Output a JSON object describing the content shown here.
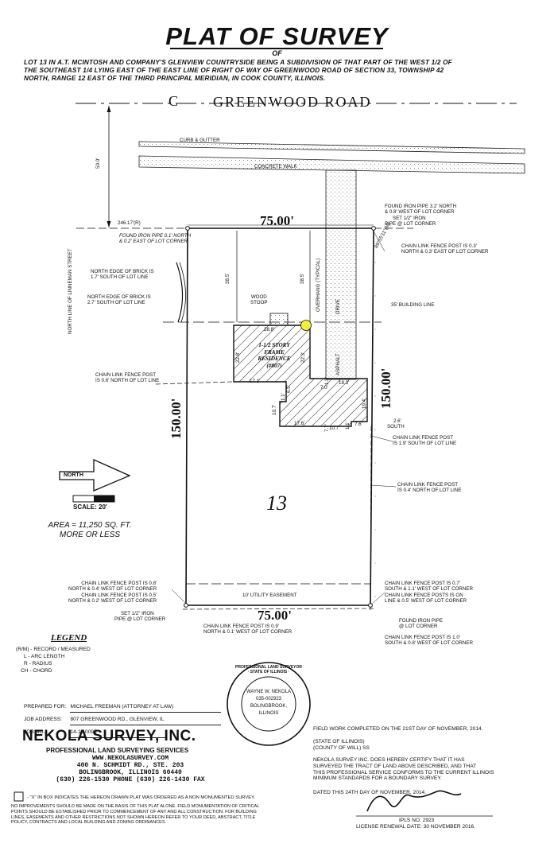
{
  "header": {
    "title": "PLAT OF SURVEY",
    "of": "OF",
    "legal_description": [
      "LOT 13 IN A.T. MCINTOSH AND COMPANY'S GLENVIEW COUNTRYSIDE BEING A SUBDIVISION OF THAT PART OF THE WEST 1/2 OF",
      "THE SOUTHEAST 1/4 LYING EAST OF THE EAST LINE OF RIGHT OF WAY OF GREENWOOD ROAD OF SECTION 33, TOWNSHIP 42",
      "NORTH, RANGE 12 EAST OF THE THIRD PRINCIPAL MERIDIAN, IN COOK COUNTY, ILLINOIS."
    ]
  },
  "plat": {
    "road_name": "GREENWOOD   ROAD",
    "road_symbol": "C",
    "curb": "CURB & GUTTER",
    "walk": "CONCRETE   WALK",
    "row_dim": "50.0'",
    "north_line": "NORTH LINE OF LINNEMAN STREET",
    "dim_246": "246.17'(R)",
    "top_dim": "75.00'",
    "bottom_dim": "75.00'",
    "left_dim": "150.00'",
    "right_dim": "150.00'",
    "arc_label": "89°55'11\"(M)",
    "setback_left": "38.5'",
    "setback_right": "38.5'",
    "building_line": "35' BUILDING LINE",
    "overhang": "OVERHANG (TYPICAL)",
    "asphalt": "ASPHALT",
    "drive": "DRIVE",
    "wood_stoop": [
      "WOOD",
      "STOOP"
    ],
    "lot_number": "13",
    "easement": "10' UTILITY EASEMENT",
    "residence": [
      "1-1/2 STORY",
      "FRAME",
      "RESIDENCE",
      "(#807)"
    ],
    "house_dims": {
      "d28_8": "28.8'",
      "d22_8": "22.8'",
      "d22_3": "22.3'",
      "d17_1": "17.1'",
      "d7_0": "7.0'",
      "d1_3": "1.3'",
      "d18_3": "18.3'",
      "d6_5": "6.5'",
      "d1_1": "1.1'",
      "d10_7a": "10.7'",
      "d19_4": "19.4'",
      "d17_6": "17.6'",
      "d7_7": "7.7'",
      "d10_7b": "10.7'",
      "d1_1b": "1.1'",
      "d7_6": "7.6'"
    },
    "notes": {
      "found_pipe_nw": [
        "FOUND IRON PIPE 0.1' NORTH",
        "& 0.2' EAST OF LOT CORNER"
      ],
      "brick1": [
        "NORTH EDGE OF BRICK IS",
        "1.7' SOUTH OF LOT LINE"
      ],
      "brick2": [
        "NORTH EDGE OF BRICK IS",
        "2.7' SOUTH OF LOT LINE"
      ],
      "fence_w1": [
        "CHAIN LINK FENCE POST",
        "IS 0.6' NORTH OF LOT LINE"
      ],
      "found_pipe_ne": [
        "FOUND IRON PIPE 3.2' NORTH",
        "& 0.8' WEST OF LOT CORNER",
        "SET 1/2\" IRON",
        "PIPE @ LOT CORNER"
      ],
      "fence_ne": [
        "CHAIN LINK FENCE POST IS 0.3'",
        "NORTH & 0.3' EAST OF LOT CORNER"
      ],
      "south_26": [
        "2.6'",
        "SOUTH"
      ],
      "fence_e1": [
        "CHAIN LINK FENCE POST",
        "IS 1.9' SOUTH OF LOT LINE"
      ],
      "fence_e2": [
        "CHAIN LINK FENCE POST",
        "IS 0.4' NORTH OF LOT LINE"
      ],
      "fence_sw1": [
        "CHAIN LINK FENCE POST IS 0.8'",
        "NORTH & 0.4' WEST OF LOT CORNER"
      ],
      "fence_sw2": [
        "CHAIN LINK FENCE POST IS 0.5'",
        "NORTH & 0.2' WEST OF LOT CORNER"
      ],
      "set_pipe_sw": [
        "SET 1/2\" IRON",
        "PIPE @ LOT CORNER"
      ],
      "fence_s": [
        "CHAIN LINK FENCE POST IS 0.9'",
        "NORTH & 0.1' WEST OF LOT CORNER"
      ],
      "fence_se1": [
        "CHAIN LINK FENCE POST IS 0.7'",
        "SOUTH & 1.1' WEST OF LOT CORNER"
      ],
      "fence_se2": [
        "CHAIN LINK FENCE POSTS IS ON",
        "LINE & 0.5' WEST OF LOT CORNER"
      ],
      "found_pipe_se": [
        "FOUND IRON PIPE",
        "@ LOT CORNER"
      ],
      "fence_se3": [
        "CHAIN LINK FENCE POST IS 1.0'",
        "SOUTH & 0.8' WEST OF LOT CORNER"
      ]
    }
  },
  "north_arrow": {
    "label": "NORTH"
  },
  "scale": {
    "label": "SCALE: 20'"
  },
  "area": [
    "AREA = 11,250 SQ. FT.",
    "MORE OR LESS"
  ],
  "legend": {
    "title": "LEGEND",
    "items": [
      "(R/M) - RECORD / MEASURED",
      "L    - ARC LENGTH",
      "R    - RADIUS",
      "CH   - CHORD"
    ]
  },
  "job": {
    "prepared_for_label": "PREPARED FOR:",
    "prepared_for": "MICHAEL FREEMAN (ATTORNEY AT LAW)",
    "address_label": "JOB ADDRESS:",
    "address": "807 GREENWOOD RD., GLENVIEW, IL",
    "job_no_label": "JOB NO.:",
    "job_no": "14-11-0095"
  },
  "company": {
    "name": "NEKOLA SURVEY, INC.",
    "tagline": "PROFESSIONAL LAND SURVEYING SERVICES",
    "web": "WWW.NEKOLASURVEY.COM",
    "street": "400 N. SCHMIDT RD., STE. 203",
    "city": "BOLINGBROOK, ILLINOIS 60440",
    "phones": "(630) 226-1530 PHONE  (630) 226-1430 FAX"
  },
  "seal": {
    "ring": "PROFESSIONAL LAND SURVEYOR · STATE OF ILLINOIS ·",
    "name": "WAYNE W. NEKOLA",
    "number": "035-002923",
    "city": "BOLINGBROOK,",
    "state": "ILLINOIS"
  },
  "certification": {
    "field_work": "FIELD WORK COMPLETED ON THE 21ST DAY OF NOVEMBER, 2014.",
    "state": "(STATE OF ILLINOIS)",
    "county": "(COUNTY OF WILL)  SS",
    "body": [
      "NEKOLA SURVEY INC. DOES HEREBY CERTIFY THAT IT HAS",
      "SURVEYED THE TRACT OF LAND ABOVE DESCRIBED, AND THAT",
      "THIS PROFESSIONAL SERVICE CONFORMS TO THE CURRENT ILLINOIS",
      "MINIMUM STANDARDS FOR A BOUNDARY SURVEY."
    ],
    "dated": "DATED THIS 24TH DAY OF NOVEMBER, 2014.",
    "ipls": "IPLS No. 2923",
    "license": "LICENSE RENEWAL DATE: 30 NOVEMBER 2016."
  },
  "footer": {
    "x_note": "- \"X\" IN BOX INDICATES THE HEREON DRAWN PLAT WAS ORDERED AS A NON MONUMENTED SURVEY.",
    "disclaimer": [
      "NO IMPROVEMENTS SHOULD BE MADE ON THE BASIS OF THIS PLAT ALONE. FIELD MONUMENTATION OF CRITICAL",
      "POINTS SHOULD BE ESTABLISHED PRIOR TO COMMENCEMENT OF ANY AND ALL CONSTRUCTION.  FOR BUILDING",
      "LINES, EASEMENTS AND OTHER RESTRICTIONS NOT SHOWN HEREON REFER TO YOUR DEED, ABSTRACT, TITLE",
      "POLICY,  CONTRACTS AND LOCAL BUILDING AND ZONING ORDINANCES."
    ]
  }
}
